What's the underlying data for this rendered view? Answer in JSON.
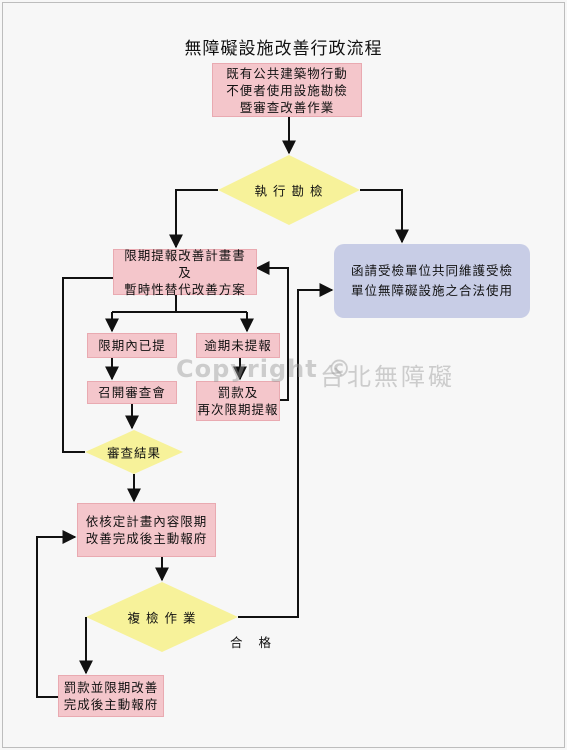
{
  "title": "無障礙設施改善行政流程",
  "nodes": {
    "start": "既有公共建築物行動\n不便者使用設施勘檢\n暨審查改善作業",
    "inspect": "執 行 勘 檢",
    "plan": "限期提報改善計畫書\n及\n暫時性替代改善方案",
    "on_time": "限期內已提",
    "overdue": "逾期未提報",
    "meeting": "召開審查會",
    "fine_resubmit": "罰款及\n再次限期提報",
    "result": "審查結果",
    "improve": "依核定計畫內容限期\n改善完成後主動報府",
    "reinspect": "複 檢 作 業",
    "fine_improve": "罰款並限期改善\n完成後主動報府",
    "notify": "函請受檢單位共同維護受檢\n單位無障礙設施之合法使用"
  },
  "edge_labels": {
    "pass": "合格"
  },
  "watermark": {
    "copyright": "Copyright ©",
    "owner": "台北無障礙"
  },
  "colors": {
    "box": "#f4c6cb",
    "diamond": "#f7f29a",
    "final": "#c8cde6",
    "line": "#111111"
  }
}
